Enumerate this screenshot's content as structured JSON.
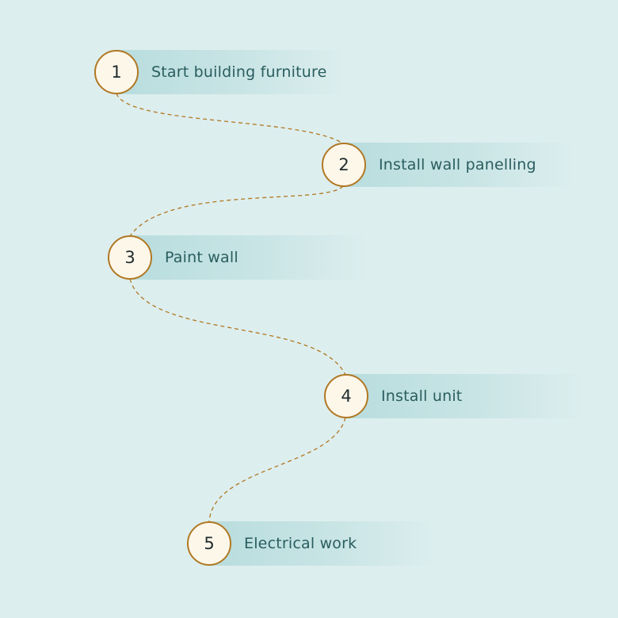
{
  "colors": {
    "background": "#ddeeee",
    "circle_border": "#b07823",
    "circle_fill": "#fdf7ea",
    "label_text": "#2a5d5f",
    "connector": "#b07823"
  },
  "steps": [
    {
      "number": "1",
      "label": "Start building furniture"
    },
    {
      "number": "2",
      "label": "Install wall panelling"
    },
    {
      "number": "3",
      "label": "Paint wall"
    },
    {
      "number": "4",
      "label": "Install unit"
    },
    {
      "number": "5",
      "label": "Electrical work"
    }
  ]
}
